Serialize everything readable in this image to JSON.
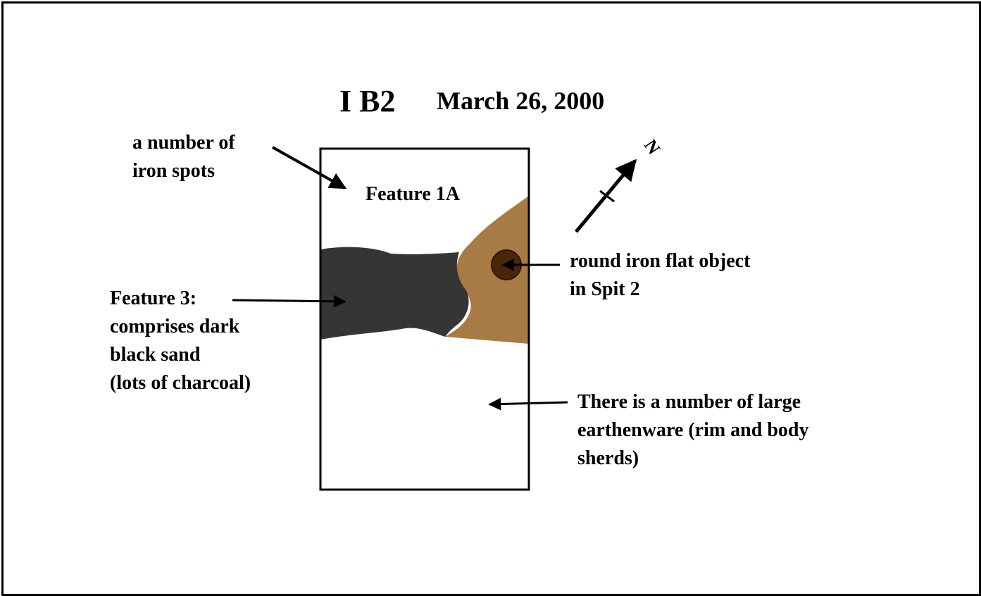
{
  "header": {
    "unit": "I B2",
    "date": "March 26, 2000"
  },
  "labels": {
    "iron_spots": [
      "a number of",
      "iron spots"
    ],
    "feature_1a": "Feature 1A",
    "feature_3": [
      "Feature 3:",
      "comprises dark",
      "black sand",
      "(lots of charcoal)"
    ],
    "round_object": [
      "round iron flat object",
      "in Spit 2"
    ],
    "earthenware": [
      "There is a number of large",
      "earthenware (rim and body",
      "sherds)"
    ]
  },
  "north_arrow": {
    "label": "N"
  },
  "colors": {
    "charcoal_feature": "#353535",
    "sand_feature": "#a87b45",
    "iron_object": "#4a2608",
    "iron_object_edge": "#2b1404",
    "outline": "#000000"
  }
}
